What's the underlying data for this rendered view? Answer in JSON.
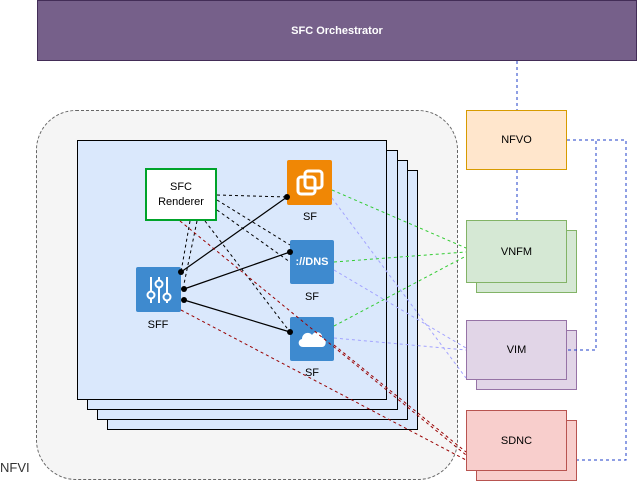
{
  "orchestrator": {
    "label": "SFC Orchestrator"
  },
  "nfvi": {
    "label": "NFVI"
  },
  "renderer": {
    "line1": "SFC",
    "line2": "Renderer"
  },
  "sff": {
    "label": "SFF"
  },
  "sf_vm": {
    "label": "SF"
  },
  "sf_dns": {
    "label": "SF",
    "icon_text": "://DNS"
  },
  "sf_cloud": {
    "label": "SF"
  },
  "nfvo": {
    "label": "NFVO"
  },
  "vnfm": {
    "label": "VNFM"
  },
  "vim": {
    "label": "VIM"
  },
  "sdnc": {
    "label": "SDNC"
  },
  "icons": {
    "sf_vm": "vm-icon",
    "sf_dns": "dns-icon",
    "sf_cloud": "cloud-icon",
    "sff": "sliders-icon"
  },
  "colors": {
    "orchestrator": "#76608a",
    "icon_orange": "#f08705",
    "icon_blue": "#3e8acf",
    "green_edge": "#33cc33",
    "purple_edge": "#a3a3ff",
    "red_edge": "#990000",
    "blue_dash": "#1f3fc9"
  }
}
